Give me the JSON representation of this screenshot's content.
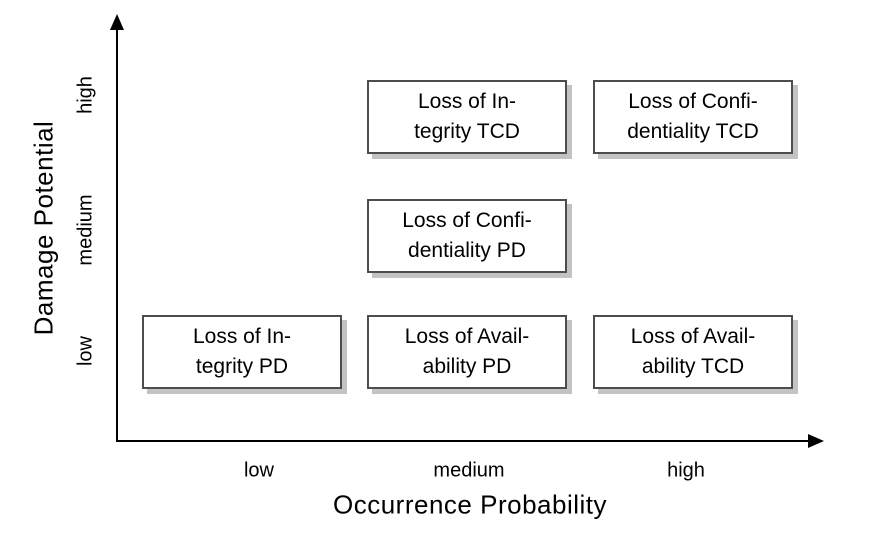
{
  "chart_data": {
    "type": "scatter",
    "title": "",
    "xlabel": "Occurrence Probability",
    "ylabel": "Damage Potential",
    "x_ticks": [
      "low",
      "medium",
      "high"
    ],
    "y_ticks": [
      "low",
      "medium",
      "high"
    ],
    "grid": false,
    "legend": "none",
    "points": [
      {
        "label": "Loss of Integrity TCD",
        "x": "medium",
        "y": "high",
        "line1": "Loss of In-",
        "line2": "tegrity TCD"
      },
      {
        "label": "Loss of Confidentiality TCD",
        "x": "high",
        "y": "high",
        "line1": "Loss of Confi-",
        "line2": "dentiality TCD"
      },
      {
        "label": "Loss of Confidentiality PD",
        "x": "medium",
        "y": "medium",
        "line1": "Loss of Confi-",
        "line2": "dentiality PD"
      },
      {
        "label": "Loss of Integrity PD",
        "x": "low",
        "y": "low",
        "line1": "Loss of In-",
        "line2": "tegrity PD"
      },
      {
        "label": "Loss of Availability PD",
        "x": "medium",
        "y": "low",
        "line1": "Loss of Avail-",
        "line2": "ability PD"
      },
      {
        "label": "Loss of Availability TCD",
        "x": "high",
        "y": "low",
        "line1": "Loss of Avail-",
        "line2": "ability TCD"
      }
    ]
  },
  "colors": {
    "background": "#ffffff",
    "axis": "#000000",
    "text": "#000000",
    "box_fill": "#ffffff",
    "box_border": "#4d4d4d",
    "box_shadow": "#c3c3c3"
  }
}
